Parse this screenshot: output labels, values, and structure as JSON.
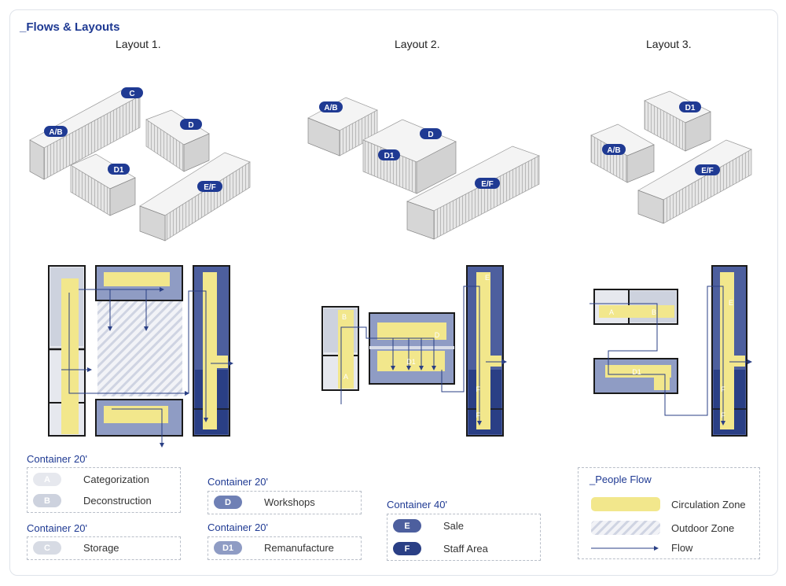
{
  "title": "_Flows & Layouts",
  "layouts": [
    "Layout 1.",
    "Layout 2.",
    "Layout 3."
  ],
  "tags": {
    "ab": "A/B",
    "c": "C",
    "d": "D",
    "d1": "D1",
    "ef": "E/F"
  },
  "plan_letters": {
    "a": "A",
    "b": "B",
    "d": "D",
    "d1": "D1",
    "e": "E",
    "f": "F"
  },
  "legend": {
    "g1": {
      "title": "Container 20'",
      "items": [
        {
          "code": "A",
          "text": "Categorization"
        },
        {
          "code": "B",
          "text": "Deconstruction"
        }
      ]
    },
    "g2": {
      "title": "Container 20'",
      "items": [
        {
          "code": "C",
          "text": "Storage"
        }
      ]
    },
    "g3": {
      "title": "Container 20'",
      "items": [
        {
          "code": "D",
          "text": "Workshops"
        }
      ]
    },
    "g4": {
      "title": "Container 20'",
      "items": [
        {
          "code": "D1",
          "text": "Remanufacture"
        }
      ]
    },
    "g5": {
      "title": "Container 40'",
      "items": [
        {
          "code": "E",
          "text": "Sale"
        },
        {
          "code": "F",
          "text": "Staff Area"
        }
      ]
    },
    "g6": {
      "title": "_People Flow",
      "items": [
        {
          "text": "Circulation Zone"
        },
        {
          "text": "Outdoor Zone"
        },
        {
          "text": "Flow"
        }
      ]
    }
  },
  "colors": {
    "navy": "#1f3a93",
    "yellow": "#f2e78c",
    "E": "#4d5f9e",
    "F": "#2a3f85",
    "A": "#e6e8ee",
    "B": "#cdd2de",
    "C": "#d7dbe4",
    "D": "#6f80b5",
    "D1": "#8f9cc4"
  }
}
